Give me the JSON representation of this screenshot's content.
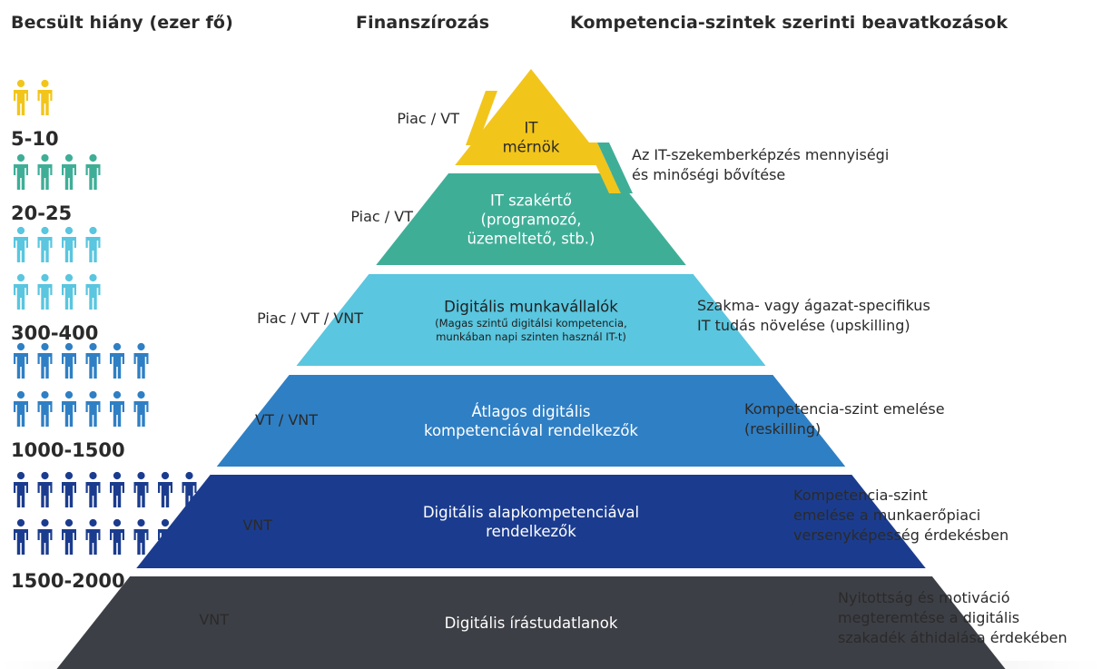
{
  "headers": {
    "shortage": "Becsült hiány (ezer fő)",
    "funding": "Finanszírozás",
    "interventions": "Kompetencia-szintek szerinti beavatkozások"
  },
  "colors": {
    "yellow": "#f2c51b",
    "green": "#3fae97",
    "light_blue": "#5ac6df",
    "blue": "#2f7fc4",
    "navy": "#1b3c8e",
    "dark_gray": "#3d3f46"
  },
  "shortage_groups": [
    {
      "label": "5-10",
      "color": "#f2c51b",
      "rows": 1,
      "per_row": 2
    },
    {
      "label": "20-25",
      "color": "#3fae97",
      "rows": 1,
      "per_row": 4
    },
    {
      "label": "300-400",
      "color": "#5ac6df",
      "rows": 2,
      "per_row": 4
    },
    {
      "label": "1000-1500",
      "color": "#2f7fc4",
      "rows": 2,
      "per_row": 6
    },
    {
      "label": "1500-2000",
      "color": "#1b3c8e",
      "rows": 2,
      "per_row": 8
    }
  ],
  "pyramid_levels": [
    {
      "title_lines": [
        "IT",
        "mérnök"
      ],
      "color": "#f2c51b",
      "text_color": "#2a2a2a",
      "funding": "Piac / VT",
      "intervention_lines": [
        "Az IT-szekemberképzés mennyiségi",
        "és minőségi bővítése"
      ]
    },
    {
      "title_lines": [
        "IT szakértő",
        "(programozó,",
        "üzemeltető, stb.)"
      ],
      "color": "#3fae97",
      "text_color": "#ffffff",
      "funding": "Piac / VT",
      "intervention_lines": []
    },
    {
      "title_lines": [
        "Digitális munkavállalók"
      ],
      "sub_lines": [
        "(Magas szintű digitálsi kompetencia,",
        "munkában napi szinten használ IT-t)"
      ],
      "color": "#5ac6df",
      "text_color": "#1e1e1e",
      "funding": "Piac / VT / VNT",
      "intervention_lines": [
        "Szakma- vagy ágazat-specifikus",
        "IT tudás növelése (upskilling)"
      ]
    },
    {
      "title_lines": [
        "Átlagos digitális",
        "kompetenciával rendelkezők"
      ],
      "color": "#2f7fc4",
      "text_color": "#ffffff",
      "funding": "VT / VNT",
      "intervention_lines": [
        "Kompetencia-szint emelése",
        "(reskilling)"
      ]
    },
    {
      "title_lines": [
        "Digitális alapkompetenciával",
        "rendelkezők"
      ],
      "color": "#1b3c8e",
      "text_color": "#ffffff",
      "funding": "VNT",
      "intervention_lines": [
        "Kompetencia-szint",
        "emelése a munkaerőpiaci",
        "versenyképesség érdekésben"
      ]
    },
    {
      "title_lines": [
        "Digitális írástudatlanok"
      ],
      "color": "#3d3f46",
      "text_color": "#ffffff",
      "funding": "VNT",
      "intervention_lines": [
        "Nyitottság és motiváció",
        "megteremtése a digitális",
        "szakadék áthidalása érdekében"
      ]
    }
  ]
}
